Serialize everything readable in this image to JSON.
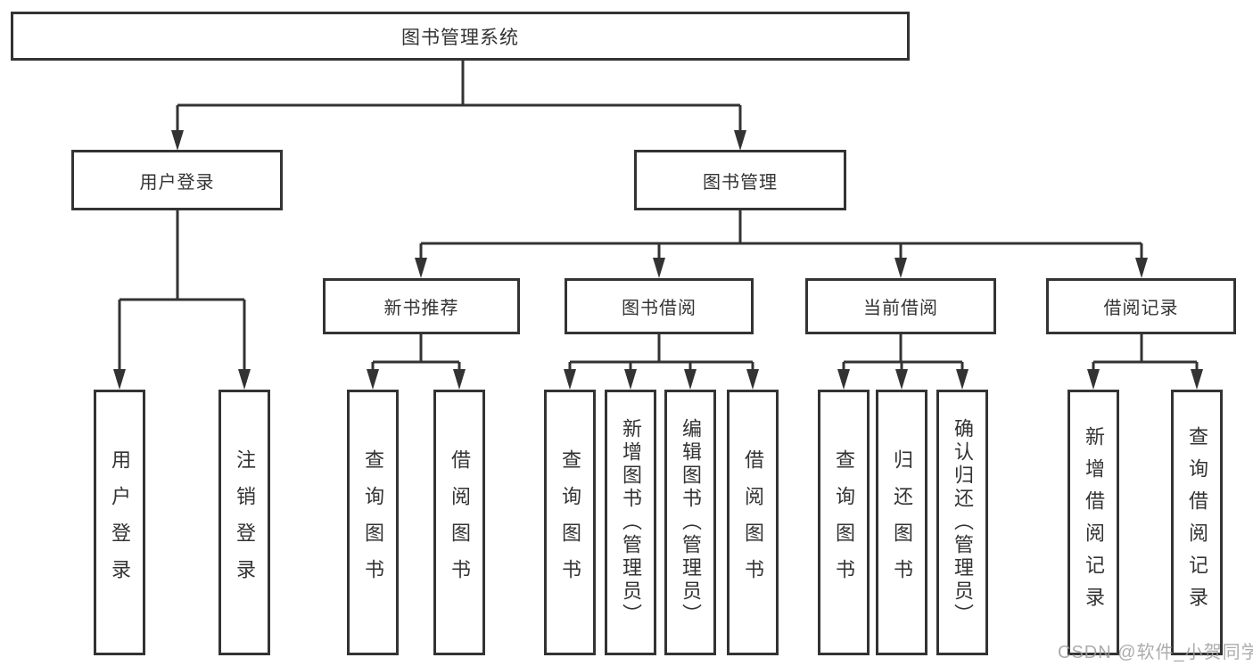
{
  "diagram": {
    "title": "图书管理系统",
    "watermark": "CSDN @软件_小贺同学",
    "colors": {
      "line": "#333333",
      "text": "#333333",
      "background": "#ffffff",
      "watermark": "#9e9ea0"
    },
    "nodes": {
      "root": "图书管理系统",
      "branches": [
        {
          "label": "用户登录",
          "leaves": [
            "用户登录",
            "注销登录"
          ]
        },
        {
          "label": "图书管理",
          "children": [
            {
              "label": "新书推荐",
              "leaves": [
                "查询图书",
                "借阅图书"
              ]
            },
            {
              "label": "图书借阅",
              "leaves": [
                "查询图书",
                "新增图书（管理员）",
                "编辑图书（管理员）",
                "借阅图书"
              ]
            },
            {
              "label": "当前借阅",
              "leaves": [
                "查询图书",
                "归还图书",
                "确认归还（管理员）"
              ]
            },
            {
              "label": "借阅记录",
              "leaves": [
                "新增借阅记录",
                "查询借阅记录"
              ]
            }
          ]
        }
      ]
    }
  }
}
